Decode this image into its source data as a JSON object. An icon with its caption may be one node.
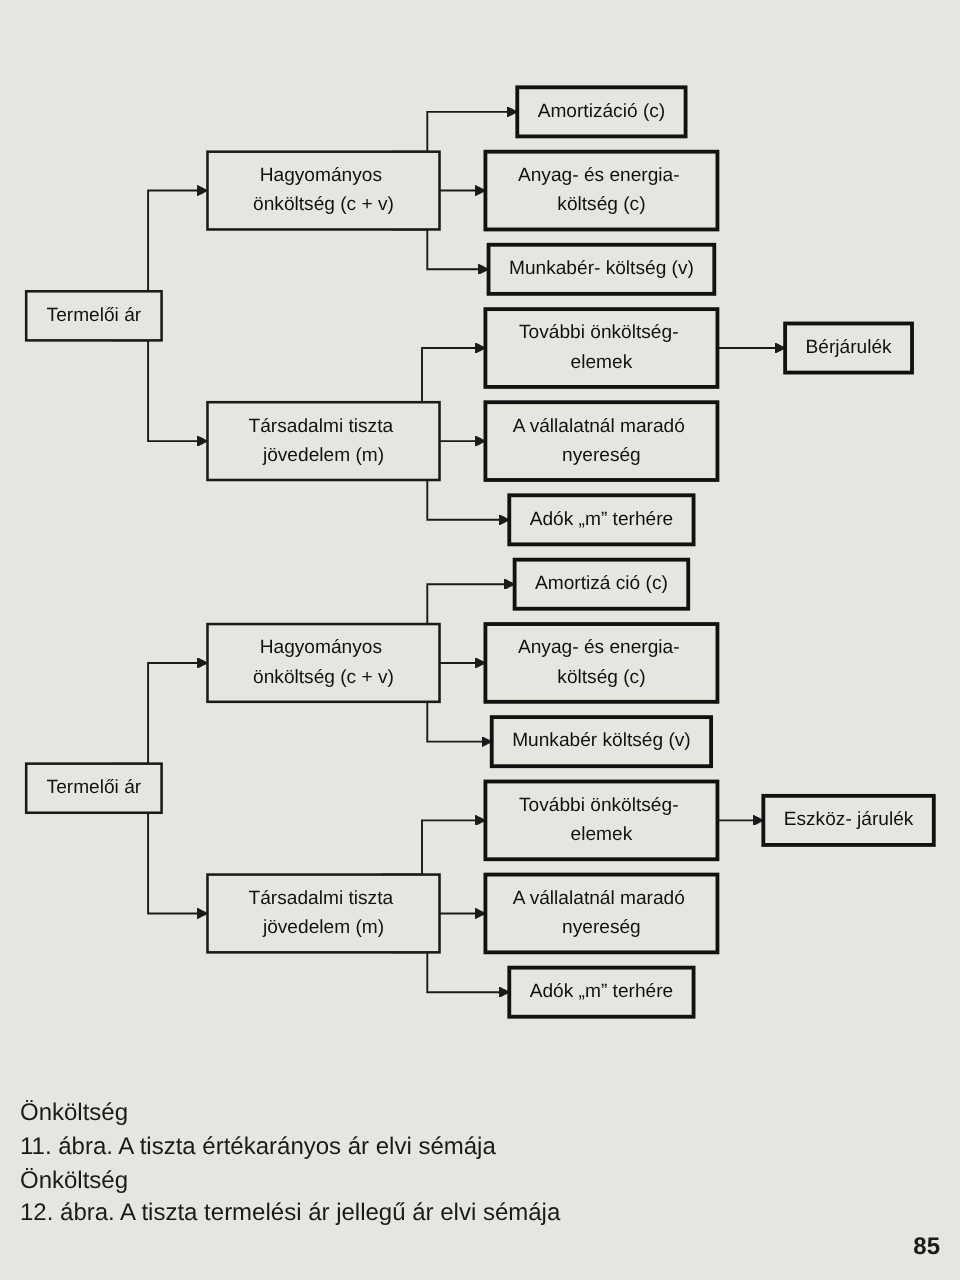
{
  "diagram": {
    "nodes": [
      {
        "text": [
          "Termelői ár"
        ]
      },
      {
        "text": [
          "Hagyományos önköltség (c + v)"
        ]
      },
      {
        "text": [
          "Társadalmi tiszta jövedelem (m)"
        ]
      },
      {
        "text": [
          "Amortizáció (c)"
        ]
      },
      {
        "text": [
          "Anyag- és energia- költség (c)"
        ]
      },
      {
        "text": [
          "Munkabér- költség (v)"
        ]
      },
      {
        "text": [
          "További önköltség- elemek"
        ]
      },
      {
        "text": [
          "A vállalatnál maradó nyereség"
        ]
      },
      {
        "text": [
          "Adók „m” terhére"
        ]
      },
      {
        "text": [
          "Bérjárulék"
        ]
      },
      {
        "text": [
          "Termelői ár"
        ]
      },
      {
        "text": [
          "Hagyományos önköltség (c + v)"
        ]
      },
      {
        "text": [
          "Társadalmi tiszta jövedelem (m)"
        ]
      },
      {
        "text": [
          "Amortizá ció (c)"
        ]
      },
      {
        "text": [
          "Anyag- és energia- költség (c)"
        ]
      },
      {
        "text": [
          "Munkabér költség (v)"
        ]
      },
      {
        "text": [
          "További önköltség- elemek"
        ]
      },
      {
        "text": [
          "A vállalatnál maradó nyereség"
        ]
      },
      {
        "text": [
          "Adók „m” terhére"
        ]
      },
      {
        "text": [
          "Eszköz- járulék"
        ]
      }
    ],
    "edges": [
      {
        "from": 0,
        "to": 1,
        "arrow": "to"
      },
      {
        "from": 0,
        "to": 2,
        "arrow": "to"
      },
      {
        "from": 1,
        "to": 3,
        "arrow": "to"
      },
      {
        "from": 1,
        "to": 4,
        "arrow": "to"
      },
      {
        "from": 1,
        "to": 5,
        "arrow": "to"
      },
      {
        "from": 2,
        "to": 6,
        "arrow": "to"
      },
      {
        "from": 2,
        "to": 7,
        "arrow": "to"
      },
      {
        "from": 2,
        "to": 8,
        "arrow": "to"
      },
      {
        "from": 6,
        "to": 9,
        "arrow": "to"
      },
      {
        "from": 10,
        "to": 11,
        "arrow": "to"
      },
      {
        "from": 10,
        "to": 12,
        "arrow": "to"
      },
      {
        "from": 11,
        "to": 13,
        "arrow": "to"
      },
      {
        "from": 11,
        "to": 14,
        "arrow": "to"
      },
      {
        "from": 11,
        "to": 15,
        "arrow": "to"
      },
      {
        "from": 12,
        "to": 16,
        "arrow": "to"
      },
      {
        "from": 12,
        "to": 17,
        "arrow": "to"
      },
      {
        "from": 12,
        "to": 18,
        "arrow": "to"
      },
      {
        "from": 16,
        "to": 19,
        "arrow": "to"
      }
    ],
    "labels": [
      "Önköltség",
      "11. ábra. A tiszta értékarányos ár elvi sémája",
      "Önköltség",
      "12. ábra. A tiszta termelési ár jellegű ár elvi sémája",
      "85"
    ]
  }
}
